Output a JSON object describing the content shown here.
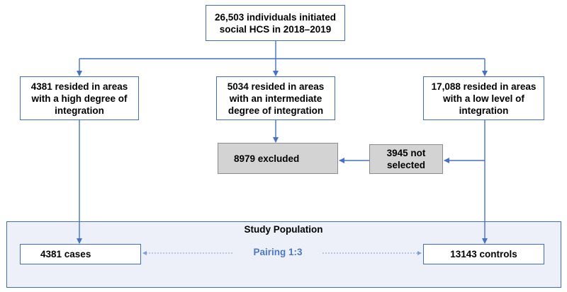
{
  "nodes": {
    "initiated": "26,503 individuals initiated social HCS in 2018–2019",
    "high_integration": "4381 resided in areas with a high degree of integration",
    "intermediate_integration": "5034 resided in areas with an intermediate degree of integration",
    "low_integration": "17,088 resided in areas with a low level of integration",
    "excluded": "8979 excluded",
    "not_selected": "3945 not selected",
    "cases": "4381 cases",
    "controls": "13143 controls"
  },
  "study_population": {
    "title": "Study Population",
    "pairing_label": "Pairing 1:3"
  },
  "colors": {
    "box_border": "#3f6fb3",
    "connector": "#4472c4",
    "excluded_fill": "#d3d3d3",
    "panel_fill": "#edf0f8",
    "pairing_text": "#4a79c4"
  }
}
